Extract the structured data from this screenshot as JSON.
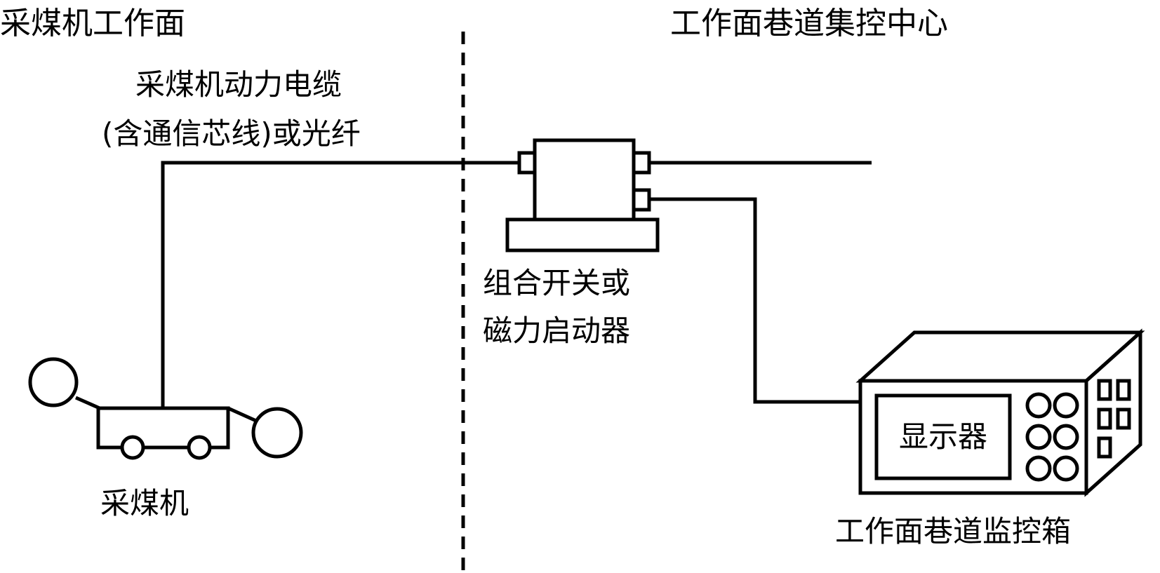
{
  "regions": {
    "left_title": "采煤机工作面",
    "right_title": "工作面巷道集控中心"
  },
  "cable": {
    "line1": "采煤机动力电缆",
    "line2": "(含通信芯线)或光纤"
  },
  "switch": {
    "line1": "组合开关或",
    "line2": "磁力启动器"
  },
  "shearer": {
    "label": "采煤机"
  },
  "monitor_box": {
    "display_label": "显示器",
    "label": "工作面巷道监控箱"
  },
  "colors": {
    "line": "#000000",
    "background": "#ffffff"
  }
}
